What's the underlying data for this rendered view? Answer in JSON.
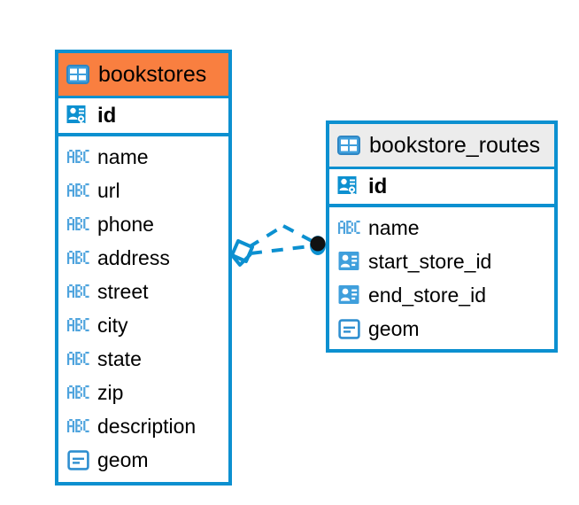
{
  "diagram": {
    "type": "entity-relationship-diagram",
    "accent_blue": "#0c90d0",
    "selected_header_color": "#f97f40",
    "unselected_header_color": "#ececec",
    "background": "#ffffff"
  },
  "tables": [
    {
      "name": "bookstores",
      "selected": true,
      "table_icon": "table-icon",
      "primary_key": {
        "label": "id",
        "icon": "primary-key-icon"
      },
      "fields": [
        {
          "label": "name",
          "icon": "text-field-icon"
        },
        {
          "label": "url",
          "icon": "text-field-icon"
        },
        {
          "label": "phone",
          "icon": "text-field-icon"
        },
        {
          "label": "address",
          "icon": "text-field-icon"
        },
        {
          "label": "street",
          "icon": "text-field-icon"
        },
        {
          "label": "city",
          "icon": "text-field-icon"
        },
        {
          "label": "state",
          "icon": "text-field-icon"
        },
        {
          "label": "zip",
          "icon": "text-field-icon"
        },
        {
          "label": "description",
          "icon": "text-field-icon"
        },
        {
          "label": "geom",
          "icon": "geometry-field-icon"
        }
      ]
    },
    {
      "name": "bookstore_routes",
      "selected": false,
      "table_icon": "table-icon",
      "primary_key": {
        "label": "id",
        "icon": "primary-key-icon"
      },
      "fields": [
        {
          "label": "name",
          "icon": "text-field-icon"
        },
        {
          "label": "start_store_id",
          "icon": "foreign-key-icon"
        },
        {
          "label": "end_store_id",
          "icon": "foreign-key-icon"
        },
        {
          "label": "geom",
          "icon": "geometry-field-icon"
        }
      ]
    }
  ],
  "relationship": {
    "from_table": "bookstores",
    "to_table": "bookstore_routes",
    "line_style": "dashed",
    "line_color": "#0c90d0",
    "source_marker": "diamond-marker",
    "target_marker": "filled-circle-marker"
  }
}
